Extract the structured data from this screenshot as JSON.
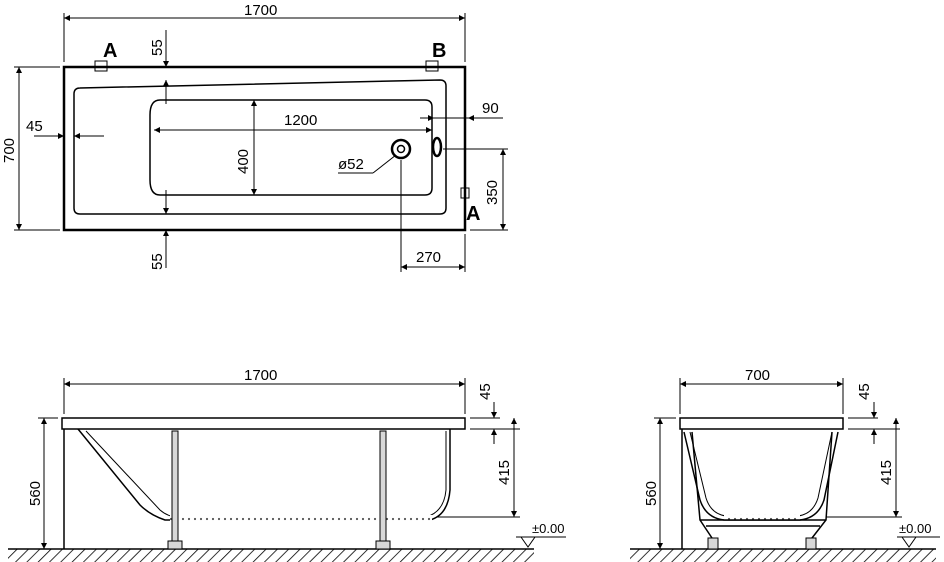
{
  "top_view": {
    "overall_length": "1700",
    "overall_width": "700",
    "rim_top": "55",
    "rim_bottom": "55",
    "rim_left": "45",
    "inner_length": "1200",
    "inner_width": "400",
    "drain_diameter": "ø52",
    "overflow_offset": "90",
    "drain_from_side": "350",
    "drain_from_end": "270",
    "section_a_left": "A",
    "section_a_right": "A",
    "section_b": "B"
  },
  "side_view": {
    "length": "1700",
    "rim": "45",
    "depth": "415",
    "height": "560",
    "floor_level": "±0.00"
  },
  "end_view": {
    "width": "700",
    "rim": "45",
    "depth": "415",
    "height": "560",
    "floor_level": "±0.00"
  }
}
